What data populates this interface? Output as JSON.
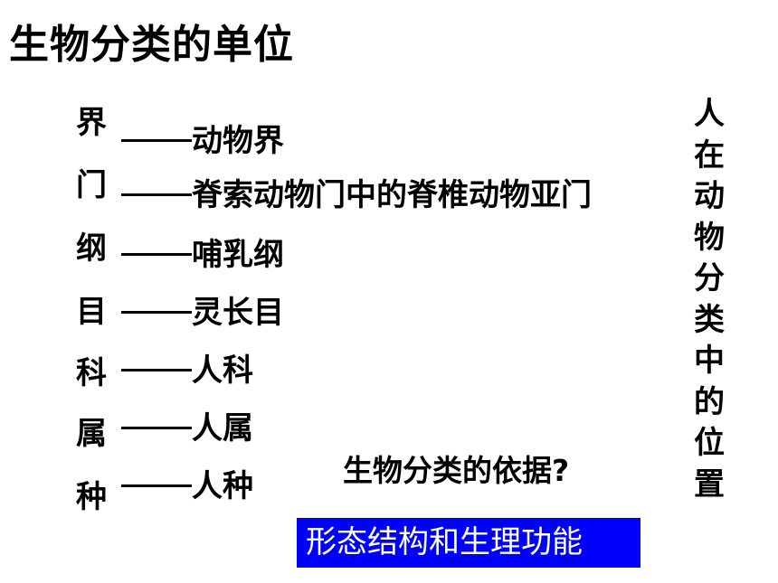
{
  "title": "生物分类的单位",
  "ranks": [
    {
      "rank": "界",
      "example": "动物界"
    },
    {
      "rank": "门",
      "example": "脊索动物门中的脊椎动物亚门"
    },
    {
      "rank": "纲",
      "example": "哺乳纲"
    },
    {
      "rank": "目",
      "example": "灵长目"
    },
    {
      "rank": "科",
      "example": "人科"
    },
    {
      "rank": "属",
      "example": "人属"
    },
    {
      "rank": "种",
      "example": "人种"
    }
  ],
  "vertical_note": [
    "人",
    "在",
    "动",
    "物",
    "分",
    "类",
    "中",
    "的",
    "位",
    "置"
  ],
  "question": "生物分类的依据?",
  "answer": "形态结构和生理功能",
  "colors": {
    "answer_bg": "#0000ff",
    "answer_text": "#ffffff",
    "text": "#000000"
  }
}
